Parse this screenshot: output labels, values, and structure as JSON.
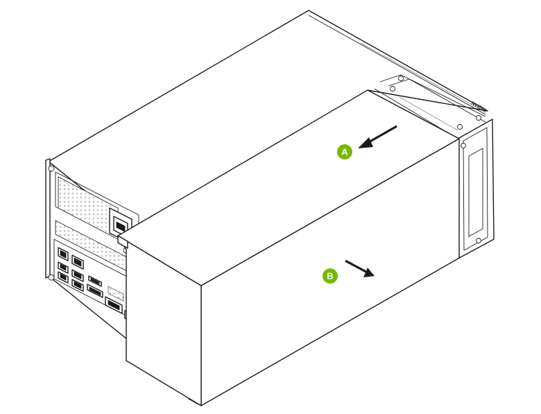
{
  "diagram": {
    "brand_mark": "NVIDIA",
    "callouts": [
      {
        "id": "A",
        "label": "A",
        "color": "#76b900",
        "direction": "slide-back"
      },
      {
        "id": "B",
        "label": "B",
        "color": "#76b900",
        "direction": "slide-out"
      }
    ],
    "arrow_color": "#1a1a1a"
  }
}
